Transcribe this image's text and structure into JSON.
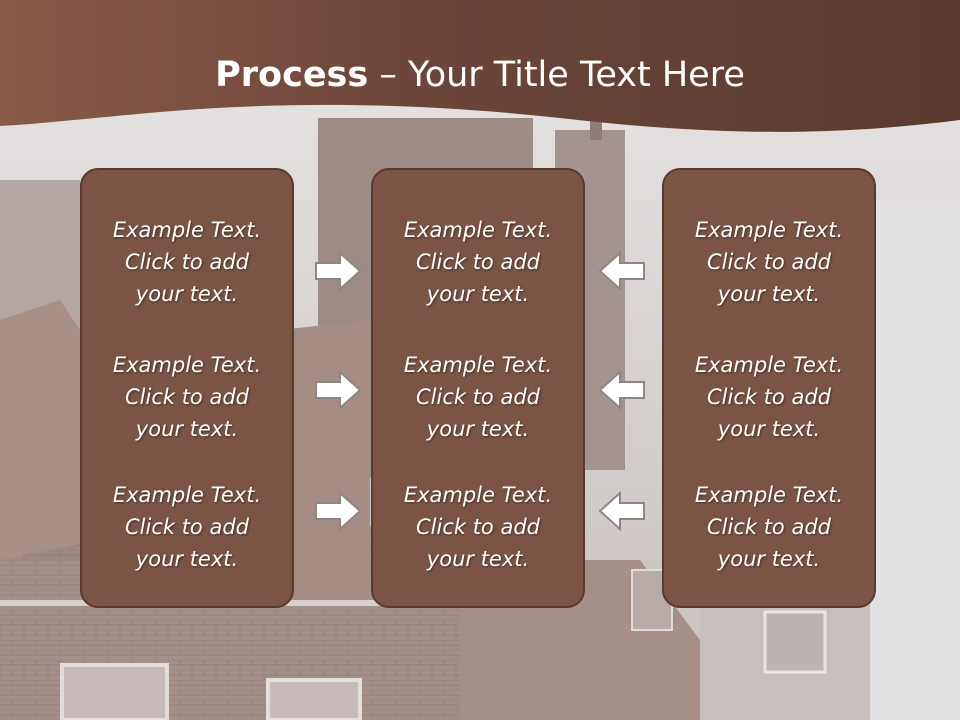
{
  "slide": {
    "title_bold": "Process",
    "title_rest": " – Your Title Text Here"
  },
  "columns": [
    {
      "items": [
        "Example Text.\nClick  to add\nyour text.",
        "Example Text.\nClick  to add\nyour text.",
        "Example Text.\nClick  to add\nyour text."
      ]
    },
    {
      "items": [
        "Example Text.\nClick  to add\nyour text.",
        "Example Text.\nClick  to add\nyour text.",
        "Example Text.\nClick  to add\nyour text."
      ]
    },
    {
      "items": [
        "Example Text.\nClick  to add\nyour text.",
        "Example Text.\nClick  to add\nyour text.",
        "Example Text.\nClick  to add\nyour text."
      ]
    }
  ],
  "arrows": {
    "left_set": "right-arrow-icon",
    "right_set": "left-arrow-icon"
  },
  "colors": {
    "header": "#6b4538",
    "panel": "#7b5444",
    "panel_border": "#5a3a2e",
    "text": "#ffffff"
  }
}
